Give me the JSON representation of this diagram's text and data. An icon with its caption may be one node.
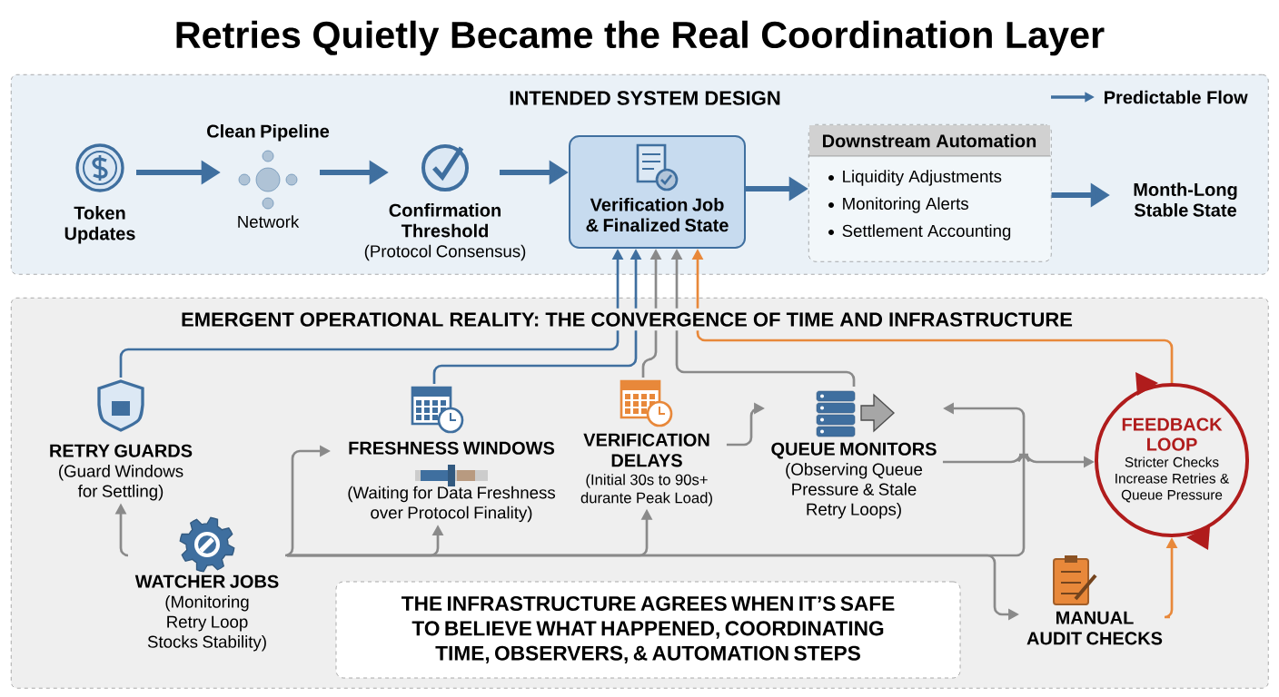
{
  "diagram": {
    "title": "Retries Quietly Became the Real Coordination Layer",
    "nodes": [
      {
        "text": [
          "INTENDED SYSTEM DESIGN"
        ]
      },
      {
        "text": [
          "Token Updates"
        ],
        "in": 0
      },
      {
        "text": [
          "Clean Pipeline",
          "Network"
        ],
        "in": 0
      },
      {
        "text": [
          "Confirmation Threshold",
          "(Protocol Consensus)"
        ],
        "in": 0
      },
      {
        "text": [
          "Verification Job & Finalized State"
        ],
        "in": 0
      },
      {
        "text": [
          "Downstream Automation",
          "Liquidity Adjustments",
          "Monitoring Alerts",
          "Settlement Accounting"
        ],
        "in": 0
      },
      {
        "text": [
          "Month-Long Stable State"
        ],
        "in": 0
      },
      {
        "text": [
          "EMERGENT OPERATIONAL REALITY: THE CONVERGENCE OF TIME AND INFRASTRUCTURE"
        ]
      },
      {
        "text": [
          "RETRY GUARDS",
          "(Guard Windows for Settling)"
        ],
        "in": 7
      },
      {
        "text": [
          "FRESHNESS WINDOWS",
          "(Waiting for Data Freshness over Protocol Finality)"
        ],
        "in": 7
      },
      {
        "text": [
          "VERIFICATION DELAYS",
          "(Initial 30s to 90s+ durante Peak Load)"
        ],
        "in": 7
      },
      {
        "text": [
          "QUEUE MONITORS",
          "(Observing Queue Pressure & Stale Retry Loops)"
        ],
        "in": 7
      },
      {
        "text": [
          "FEEDBACK LOOP",
          "Stricter Checks Increase Retries & Queue Pressure"
        ],
        "in": 7
      },
      {
        "text": [
          "WATCHER JOBS",
          "(Monitoring Retry Loop Stocks Stability)"
        ],
        "in": 7
      },
      {
        "text": [
          "MANUAL AUDIT CHECKS"
        ],
        "in": 7
      },
      {
        "text": [
          "THE INFRASTRUCTURE AGREES WHEN IT’S SAFE TO BELIEVE WHAT HAPPENED, COORDINATING TIME, OBSERVERS, & AUTOMATION STEPS"
        ],
        "in": 7
      }
    ],
    "edges": [
      {
        "from": 1,
        "to": 2,
        "arrow": "to",
        "style": "thick",
        "color": "#3f6f9f"
      },
      {
        "from": 2,
        "to": 3,
        "arrow": "to",
        "style": "thick",
        "color": "#3f6f9f"
      },
      {
        "from": 3,
        "to": 4,
        "arrow": "to",
        "style": "thick",
        "color": "#3f6f9f"
      },
      {
        "from": 4,
        "to": 5,
        "arrow": "to",
        "style": "thick",
        "color": "#3f6f9f"
      },
      {
        "from": 5,
        "to": 6,
        "arrow": "to",
        "style": "thick",
        "color": "#3f6f9f"
      },
      {
        "from": 8,
        "to": 4,
        "arrow": "to",
        "color": "#3f6f9f"
      },
      {
        "from": 9,
        "to": 4,
        "arrow": "to",
        "color": "#3f6f9f"
      },
      {
        "from": 10,
        "to": 4,
        "arrow": "to"
      },
      {
        "from": 11,
        "to": 4,
        "arrow": "to"
      },
      {
        "from": 12,
        "to": 4,
        "arrow": "to",
        "color": "#e8883a"
      },
      {
        "from": 13,
        "to": 8,
        "arrow": "to"
      },
      {
        "from": 13,
        "to": 9,
        "arrow": "to"
      },
      {
        "from": 13,
        "to": 9,
        "arrow": "to"
      },
      {
        "from": 13,
        "to": 10,
        "arrow": "to"
      },
      {
        "from": 13,
        "to": 11,
        "arrow": "to"
      },
      {
        "from": 13,
        "to": 14,
        "arrow": "to"
      },
      {
        "from": 10,
        "to": 11,
        "arrow": "to"
      },
      {
        "from": 11,
        "to": 12,
        "arrow": "to"
      },
      {
        "from": 14,
        "to": 12,
        "arrow": "to",
        "color": "#e8883a"
      }
    ],
    "legend": [
      {
        "text": "Predictable Flow"
      }
    ]
  }
}
